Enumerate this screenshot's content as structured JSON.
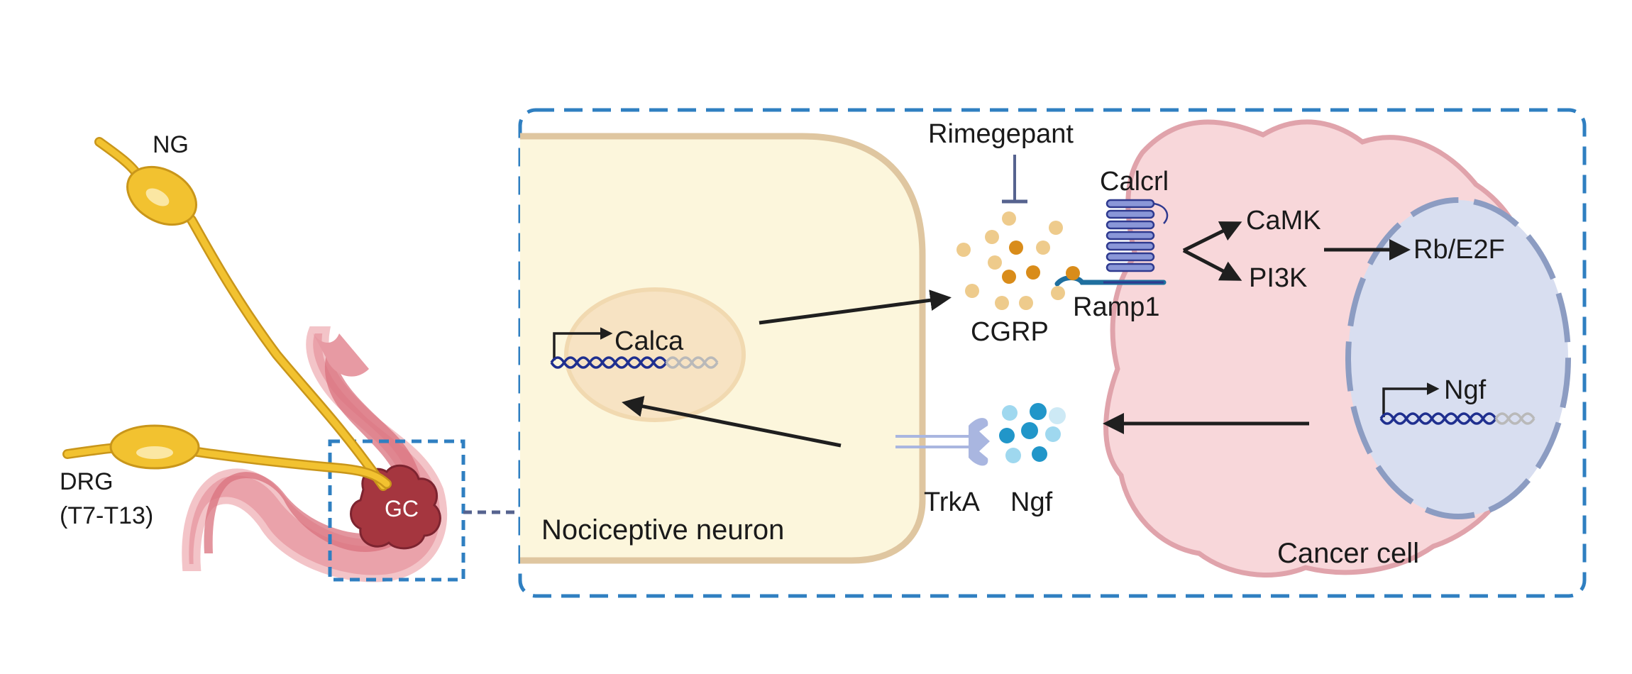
{
  "labels": {
    "ng": "NG",
    "drg": "DRG",
    "drg_level": "(T7-T13)",
    "gc": "GC",
    "nociceptive_neuron": "Nociceptive neuron",
    "calca": "Calca",
    "rimegepant": "Rimegepant",
    "cgrp": "CGRP",
    "calcrl": "Calcrl",
    "ramp1": "Ramp1",
    "camk": "CaMK",
    "pi3k": "PI3K",
    "rb_e2f": "Rb/E2F",
    "ngf_gene": "Ngf",
    "trka": "TrkA",
    "ngf_ligand": "Ngf",
    "cancer_cell": "Cancer cell"
  },
  "colors": {
    "nerve": "#f2c230",
    "nerve_dark": "#c9961a",
    "stomach_outer": "#e8a3a8",
    "stomach_inner": "#d9727e",
    "tumor": "#a5363f",
    "neuron_fill": "#fcf6dc",
    "neuron_stroke": "#dfc6a0",
    "nucleus_fill": "#f7e3c3",
    "cancer_fill": "#f8d7da",
    "cancer_stroke": "#e0a3ab",
    "cancer_nucleus": "#d8def0",
    "cancer_nucleus_stroke": "#8c9cc2",
    "dashed_box": "#2f7fc1",
    "cgrp_light": "#eecb8c",
    "cgrp_dark": "#d98c1a",
    "ngf_dark": "#2196c9",
    "ngf_light": "#9fd8ef",
    "receptor": "#5b6fb8",
    "inhibitor": "#56638f",
    "arrow": "#1f1f1f",
    "dna_blue": "#1f2f8f",
    "dna_gray": "#b9b9b9"
  }
}
